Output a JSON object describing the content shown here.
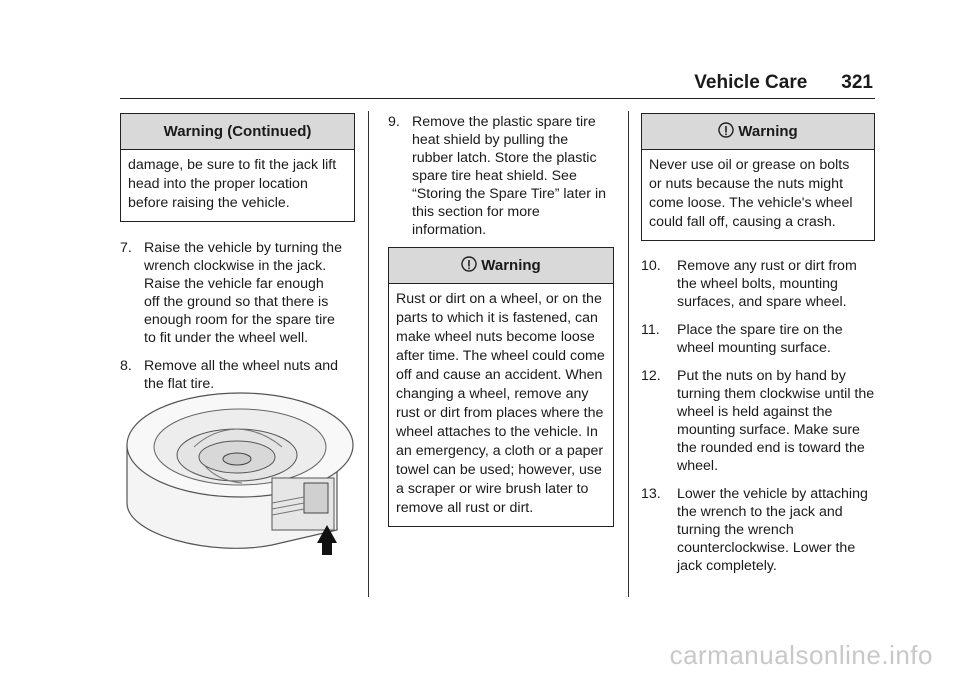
{
  "header": {
    "section": "Vehicle Care",
    "page_number": "321"
  },
  "col1": {
    "warning_title": "Warning  (Continued)",
    "warning_body": [
      "damage, be sure to fit the jack lift",
      "head into the proper location",
      "before raising the vehicle."
    ],
    "steps": [
      {
        "num": "7.",
        "lines": [
          "Raise the vehicle by turning the",
          "wrench clockwise in the jack.",
          "Raise the vehicle far enough",
          "off the ground so that there is",
          "enough room for the spare tire",
          "to fit under the wheel well."
        ]
      },
      {
        "num": "8.",
        "lines": [
          "Remove all the wheel nuts and",
          "the flat tire."
        ]
      }
    ]
  },
  "col2": {
    "step": {
      "num": "9.",
      "lines": [
        "Remove the plastic spare tire",
        "heat shield by pulling the",
        "rubber latch. Store the plastic",
        "spare tire heat shield. See",
        "“Storing the Spare Tire” later in",
        "this section for more",
        "information."
      ]
    },
    "warning_title": "Warning",
    "warning_body": [
      "Rust or dirt on a wheel, or on the",
      "parts to which it is fastened, can",
      "make wheel nuts become loose",
      "after time. The wheel could come",
      "off and cause an accident. When",
      "changing a wheel, remove any",
      "rust or dirt from places where the",
      "wheel attaches to the vehicle. In",
      "an emergency, a cloth or a paper",
      "towel can be used; however, use",
      "a scraper or wire brush later to",
      "remove all rust or dirt."
    ]
  },
  "col3": {
    "warning_title": "Warning",
    "warning_body": [
      "Never use oil or grease on bolts",
      "or nuts because the nuts might",
      "come loose. The vehicle's wheel",
      "could fall off, causing a crash."
    ],
    "steps": [
      {
        "num": "10.",
        "lines": [
          "Remove any rust or dirt from",
          "the wheel bolts, mounting",
          "surfaces, and spare wheel."
        ]
      },
      {
        "num": "11.",
        "lines": [
          "Place the spare tire on the",
          "wheel mounting surface."
        ]
      },
      {
        "num": "12.",
        "lines": [
          "Put the nuts on by hand by",
          "turning them clockwise until the",
          "wheel is held against the",
          "mounting surface. Make sure",
          "the rounded end is toward the",
          "wheel."
        ]
      },
      {
        "num": "13.",
        "lines": [
          "Lower the vehicle by attaching",
          "the wrench to the jack and",
          "turning the wrench",
          "counterclockwise. Lower the",
          "jack completely."
        ]
      }
    ]
  },
  "watermark": "carmanualsonline.info"
}
